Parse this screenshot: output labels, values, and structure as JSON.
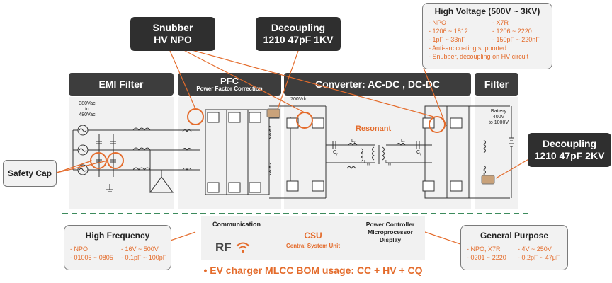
{
  "callouts": {
    "snubber": {
      "line1": "Snubber",
      "line2": "HV NPO"
    },
    "decoupling_top": {
      "line1": "Decoupling",
      "line2": "1210 47pF 1KV"
    },
    "decoupling_right": {
      "line1": "Decoupling",
      "line2": "1210 47pF 2KV"
    },
    "safety_cap": "Safety Cap"
  },
  "high_voltage": {
    "title": "High Voltage (500V ~ 3KV)",
    "col1": [
      "- NPO",
      "- 1206 ~ 1812",
      "- 1pF ~ 33nF"
    ],
    "col2": [
      "- X7R",
      "- 1206 ~ 2220",
      "- 150pF ~ 220nF"
    ],
    "notes": [
      "- Anti-arc coating supported",
      "- Snubber, decoupling on HV circuit"
    ]
  },
  "sections": {
    "emi": "EMI Filter",
    "pfc_title": "PFC",
    "pfc_sub": "Power Factor Correction",
    "converter": "Converter: AC-DC ,  DC-DC",
    "filter": "Filter"
  },
  "circuit_labels": {
    "input_voltage": [
      "380Vac",
      "to",
      "480Vac"
    ],
    "dc_bus": "700Vdc",
    "resonant": "Resonant",
    "battery": [
      "Battery",
      "400V",
      "to 1000V"
    ],
    "cr": "C",
    "lr": "L",
    "lm": "L",
    "sub_r": "r",
    "sub_m": "m"
  },
  "high_frequency": {
    "title": "High Frequency",
    "col1": [
      "- NPO",
      "- 01005 ~ 0805"
    ],
    "col2": [
      "- 16V ~ 500V",
      "- 0.1pF ~ 100pF"
    ]
  },
  "csu": {
    "communication": "Communication",
    "rf": "RF",
    "title": "CSU",
    "subtitle": "Central System Unit",
    "power_lines": [
      "Power Controller",
      "Microprocessor",
      "Display"
    ]
  },
  "general_purpose": {
    "title": "General Purpose",
    "col1": [
      "- NPO, X7R",
      "- 0201 ~ 2220"
    ],
    "col2": [
      "- 4V ~ 250V",
      "- 0.2pF ~ 47μF"
    ]
  },
  "footer": "• EV charger MLCC BOM usage: CC + HV + CQ",
  "colors": {
    "accent": "#e46c2c",
    "dark": "#3d3d3d",
    "panel": "#f1f1f1"
  }
}
